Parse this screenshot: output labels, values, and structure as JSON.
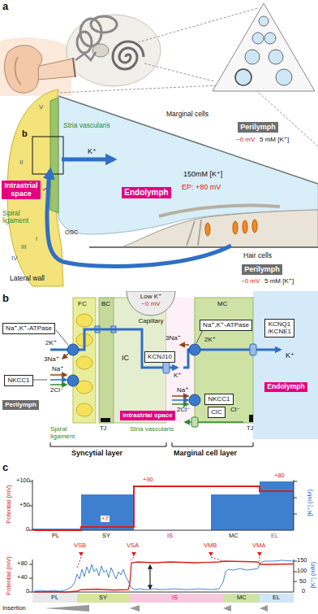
{
  "diagram": {
    "nodes": [
      {
        "text": [
          "Perilymph"
        ]
      },
      {
        "text": [
          "Intrastrial space"
        ]
      },
      {
        "text": [
          "Endolymph"
        ]
      },
      {
        "text": [
          "Perilymph"
        ]
      },
      {
        "text": [
          "Na⁺,K⁺-ATPase"
        ]
      },
      {
        "text": [
          "NKCC1"
        ]
      },
      {
        "text": [
          "Perilymph"
        ]
      },
      {
        "text": [
          "Low K⁺",
          "~0 mV",
          "Capillary"
        ]
      },
      {
        "text": [
          "Na⁺,K⁺-ATPase"
        ]
      },
      {
        "text": [
          "KCNJ10"
        ]
      },
      {
        "text": [
          "KCNQ1 /KCNE1"
        ]
      },
      {
        "text": [
          "NKCC1"
        ]
      },
      {
        "text": [
          "ClC"
        ]
      },
      {
        "text": [
          "Intrastrial space"
        ]
      },
      {
        "text": [
          "Endolymph"
        ]
      }
    ],
    "labels": [
      "a",
      "b",
      "Stria vascularis",
      "Marginal cells",
      "~0 mV",
      "5 mM [K⁺]",
      "K⁺",
      "150mM [K⁺]",
      "EP: +80 mV",
      "Spiral ligament",
      "I",
      "II",
      "III",
      "IV",
      "V",
      "OSC",
      "Hair cells",
      "~0 mV",
      "5 mM [K⁺]",
      "Lateral wall",
      "b",
      "FC",
      "BC",
      "IC",
      "MC",
      "2K⁺",
      "3Na⁺",
      "Na⁺",
      "2Cl⁻",
      "K⁺",
      "2K⁺",
      "3Na⁺",
      "Na⁺",
      "2Cl⁻",
      "Cl⁻",
      "K⁺",
      "TJ",
      "TJ",
      "Spiral ligament",
      "Stria vascularis",
      "Syncytial layer",
      "Marginal cell layer",
      "c",
      "Potential (mV)",
      "+100",
      "+50",
      "0",
      "[K⁺] (mM)",
      "+7",
      "+90",
      "+80",
      "PL",
      "SY",
      "IS",
      "MC",
      "EL",
      "VSB",
      "VSA",
      "VMB",
      "VMA",
      "Potential (mV)",
      "+80",
      "+40",
      "0",
      "[K⁺] (mM)",
      "150",
      "100",
      "50",
      "0",
      "PL",
      "SY",
      "IS",
      "MC",
      "EL",
      "Insertion"
    ]
  }
}
